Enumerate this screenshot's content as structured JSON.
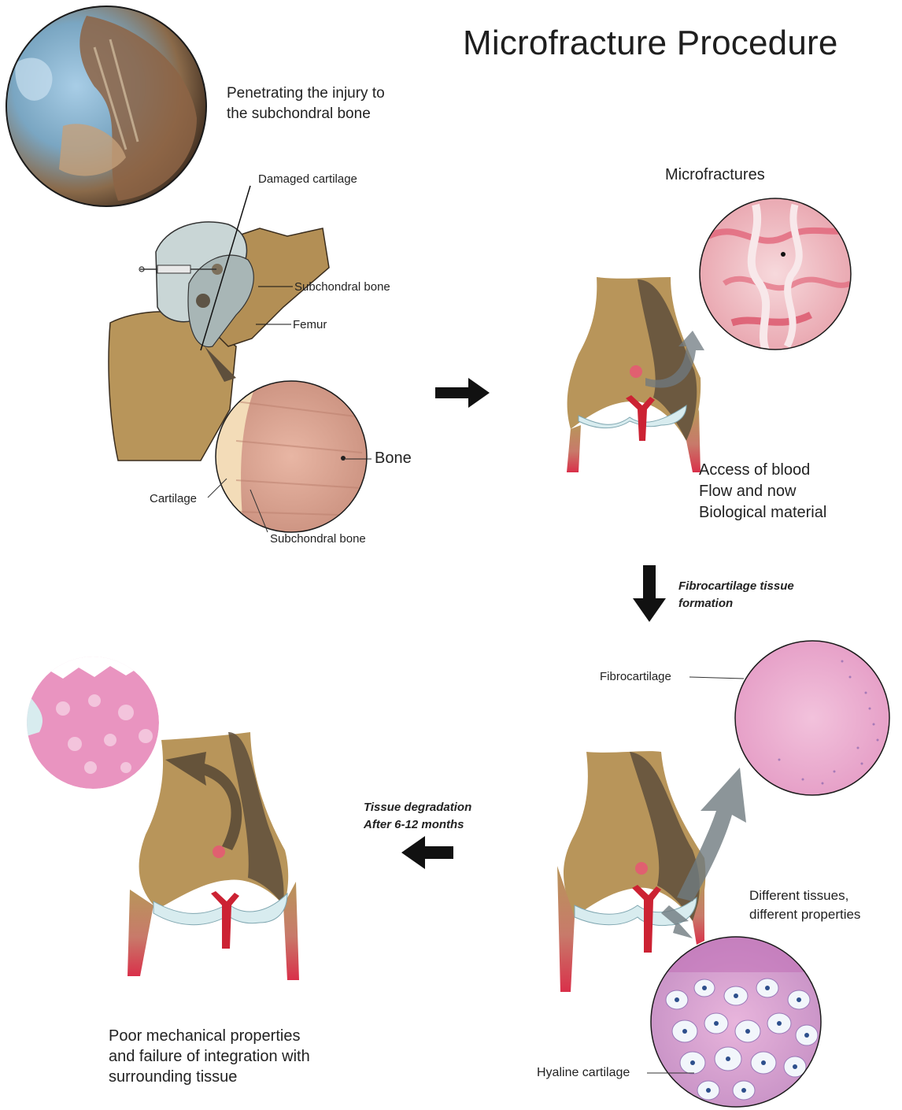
{
  "title": "Microfracture Procedure",
  "captions": {
    "penetrating": [
      "Penetrating the injury to",
      "the subchondral bone"
    ],
    "access": [
      "Access of blood",
      "Flow and now",
      "Biological material"
    ],
    "poor": [
      "Poor mechanical properties",
      "and failure of integration with",
      "surrounding tissue"
    ],
    "different": [
      "Different tissues,",
      "different properties"
    ]
  },
  "labels": {
    "damaged_cartilage": "Damaged cartilage",
    "subchondral_bone_1": "Subchondral bone",
    "femur": "Femur",
    "bone": "Bone",
    "cartilage": "Cartilage",
    "subchondral_bone_2": "Subchondral bone",
    "microfractures": "Microfractures",
    "fibrocartilage": "Fibrocartilage",
    "hyaline_cartilage": "Hyaline cartilage"
  },
  "steps": {
    "fibro": [
      "Fibrocartilage tissue",
      "formation"
    ],
    "degradation": [
      "Tissue degradation",
      "After  6-12 months"
    ]
  },
  "colors": {
    "bone": "#b8955a",
    "bone_dark": "#5e4f3c",
    "vessel": "#cc2233",
    "cartilage": "#d8ecef",
    "histo_pink": "#e99ab8",
    "arrow": "#111111"
  }
}
